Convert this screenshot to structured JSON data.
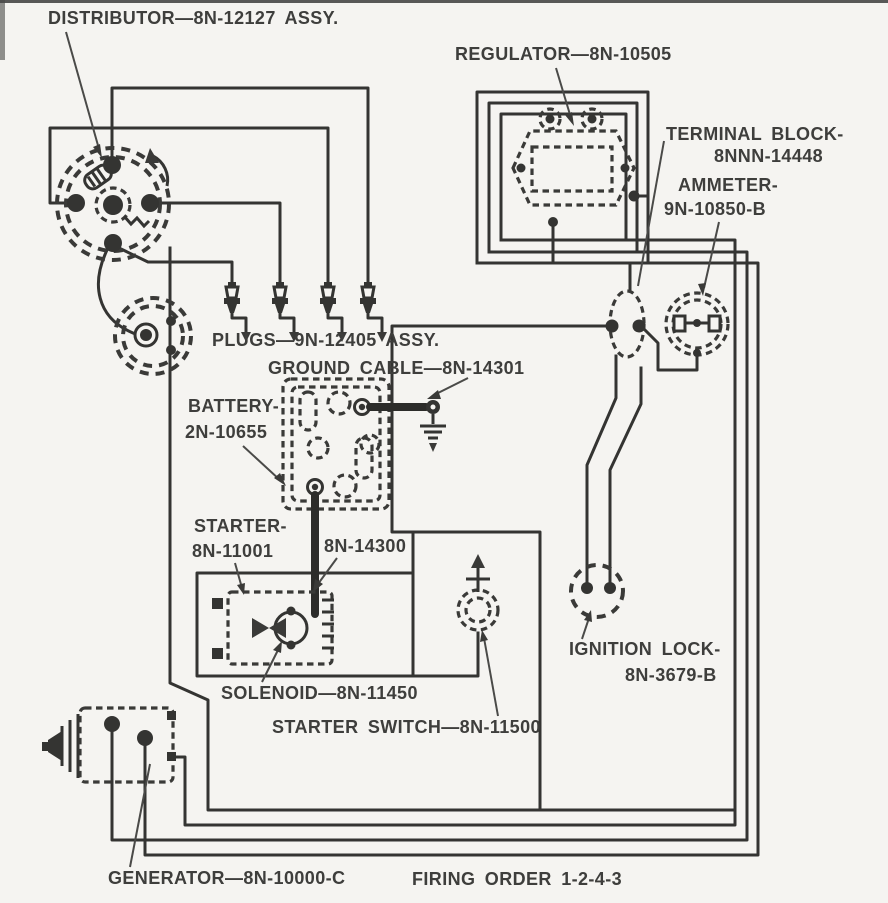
{
  "diagram_title": "Ford tractor ignition and charging wiring diagram",
  "colors": {
    "background": "#f5f4f1",
    "line": "#343432",
    "text": "#3e3e3c"
  },
  "labels": {
    "distributor": "DISTRIBUTOR—8N-12127 ASSY.",
    "regulator": "REGULATOR—8N-10505",
    "terminal_block_line1": "TERMINAL BLOCK-",
    "terminal_block_line2": "8NNN-14448",
    "ammeter_line1": "AMMETER-",
    "ammeter_line2": "9N-10850-B",
    "plugs": "PLUGS—9N-12405 ASSY.",
    "ground_cable": "GROUND CABLE—8N-14301",
    "battery_line1": "BATTERY-",
    "battery_line2": "2N-10655",
    "starter_line1": "STARTER-",
    "starter_line2": "8N-11001",
    "battery_cable": "8N-14300",
    "solenoid": "SOLENOID—8N-11450",
    "starter_switch": "STARTER SWITCH—8N-11500",
    "ignition_lock_line1": "IGNITION LOCK-",
    "ignition_lock_line2": "8N-3679-B",
    "generator": "GENERATOR—8N-10000-C",
    "firing_order": "FIRING ORDER 1-2-4-3"
  }
}
